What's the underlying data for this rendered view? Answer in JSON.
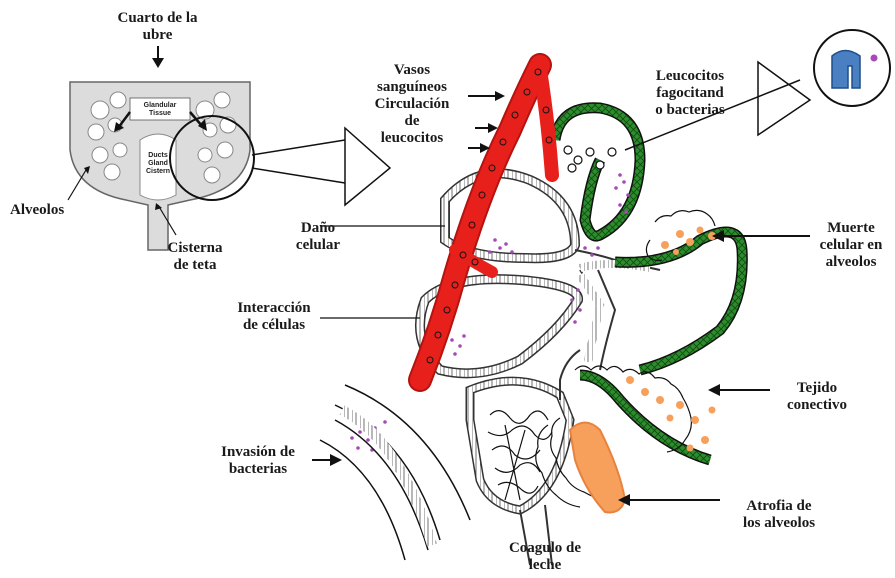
{
  "labels": {
    "cuarto_ubre": [
      "Cuarto de la",
      "ubre"
    ],
    "alveolos": "Alveolos",
    "cisterna_teta": [
      "Cisterna",
      "de teta"
    ],
    "dano_celular": [
      "Daño",
      "celular"
    ],
    "vasos": [
      "Vasos",
      "sanguíneos",
      "Circulación",
      "de",
      "leucocitos"
    ],
    "leucocitos_fago": [
      "Leucocitos",
      "fagocitand",
      "o bacterias"
    ],
    "muerte_celular": [
      "Muerte",
      "celular en",
      "alveolos"
    ],
    "interaccion": [
      "Interacción",
      "de células"
    ],
    "tejido": [
      "Tejido",
      "conectivo"
    ],
    "invasion": [
      "Invasión de",
      "bacterias"
    ],
    "atrofia": [
      "Atrofia de",
      "los alveolos"
    ],
    "coagulo": [
      "Coagulo de",
      "leche"
    ]
  },
  "inset_labels": {
    "glandular": [
      "Glandular",
      "Tissue"
    ],
    "ducts": [
      "Ducts",
      "Gland",
      "Cistern"
    ]
  },
  "colors": {
    "vessel_red": "#e8201c",
    "alveolus_green": "#1f7a1f",
    "dead_cell_orange": "#f7a05c",
    "bacteria_purple": "#a64ab8",
    "leukocyte_blue": "#4a7fc1"
  }
}
